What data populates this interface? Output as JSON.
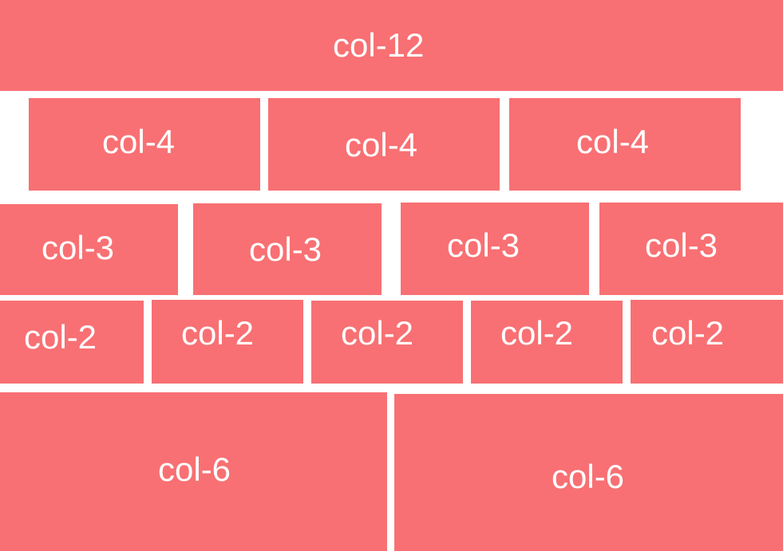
{
  "colors": {
    "block": "#f87073",
    "text": "#ffffff",
    "background": "#ffffff"
  },
  "rows": [
    {
      "cells": [
        {
          "label": "col-12"
        }
      ]
    },
    {
      "cells": [
        {
          "label": "col-4"
        },
        {
          "label": "col-4"
        },
        {
          "label": "col-4"
        }
      ]
    },
    {
      "cells": [
        {
          "label": "col-3"
        },
        {
          "label": "col-3"
        },
        {
          "label": "col-3"
        },
        {
          "label": "col-3"
        }
      ]
    },
    {
      "cells": [
        {
          "label": "col-2"
        },
        {
          "label": "col-2"
        },
        {
          "label": "col-2"
        },
        {
          "label": "col-2"
        },
        {
          "label": "col-2"
        }
      ]
    },
    {
      "cells": [
        {
          "label": "col-6"
        },
        {
          "label": "col-6"
        }
      ]
    }
  ]
}
